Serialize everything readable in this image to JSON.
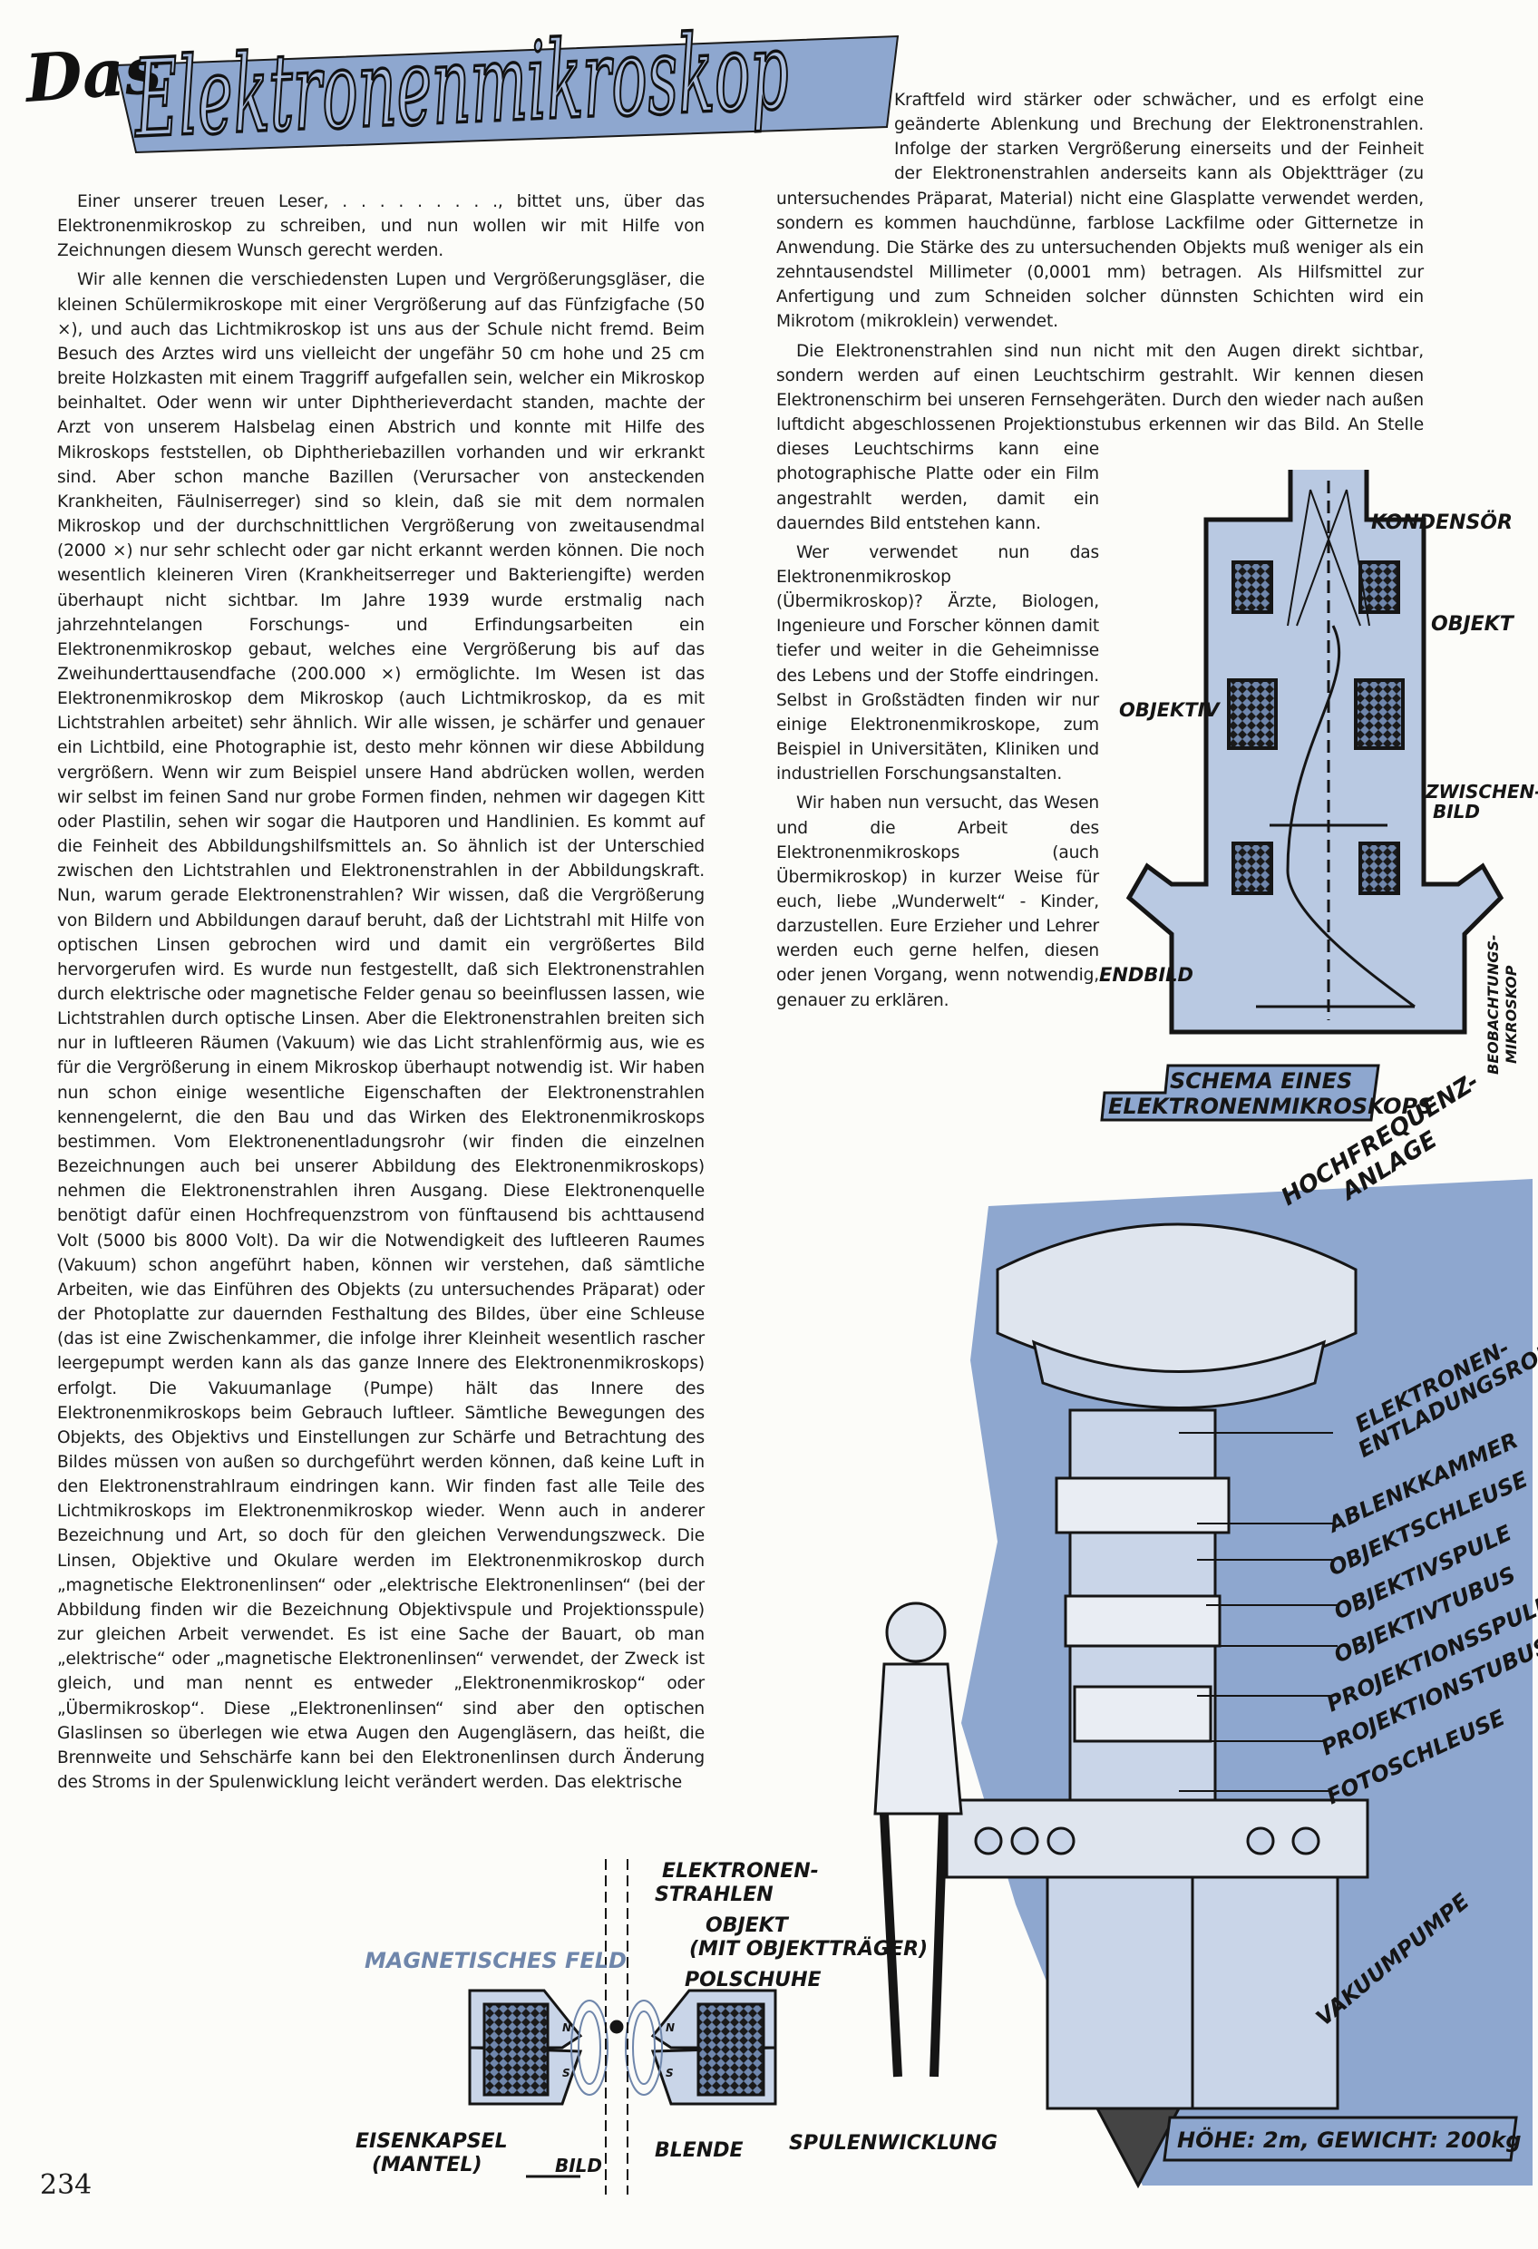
{
  "title": {
    "prefix": "Das",
    "main": "Elektronenmikroskop"
  },
  "colors": {
    "accent_blue": "#8ea7cf",
    "ink": "#151515",
    "paper": "#fcfcf9"
  },
  "left_column": {
    "paragraphs": [
      "Einer unserer treuen Leser, . . . . . . . . ., bittet uns, über das Elektronenmikroskop zu schreiben, und nun wollen wir mit Hilfe von Zeichnungen diesem Wunsch gerecht werden.",
      "Wir alle kennen die verschiedensten Lupen und Vergrößerungsgläser, die kleinen Schülermikroskope mit einer Vergrößerung auf das Fünfzigfache (50 ×), und auch das Lichtmikroskop ist uns aus der Schule nicht fremd. Beim Besuch des Arztes wird uns vielleicht der ungefähr 50 cm hohe und 25 cm breite Holzkasten mit einem Traggriff aufgefallen sein, welcher ein Mikroskop beinhaltet. Oder wenn wir unter Diphtherieverdacht standen, machte der Arzt von unserem Halsbelag einen Abstrich und konnte mit Hilfe des Mikroskops feststellen, ob Diphtheriebazillen vorhanden und wir erkrankt sind. Aber schon manche Bazillen (Verursacher von ansteckenden Krankheiten, Fäulniserreger) sind so klein, daß sie mit dem normalen Mikroskop und der durchschnittlichen Vergrößerung von zweitausendmal (2000 ×) nur sehr schlecht oder gar nicht erkannt werden können. Die noch wesentlich kleineren Viren (Krankheitserreger und Bakteriengifte) werden überhaupt nicht sichtbar. Im Jahre 1939 wurde erstmalig nach jahrzehntelangen Forschungs- und Erfindungsarbeiten ein Elektronenmikroskop gebaut, welches eine Vergrößerung bis auf das Zweihunderttausendfache (200.000 ×) ermöglichte. Im Wesen ist das Elektronenmikroskop dem Mikroskop (auch Lichtmikroskop, da es mit Lichtstrahlen arbeitet) sehr ähnlich. Wir alle wissen, je schärfer und genauer ein Lichtbild, eine Photographie ist, desto mehr können wir diese Abbildung vergrößern. Wenn wir zum Beispiel unsere Hand abdrücken wollen, werden wir selbst im feinen Sand nur grobe Formen finden, nehmen wir dagegen Kitt oder Plastilin, sehen wir sogar die Hautporen und Handlinien. Es kommt auf die Feinheit des Abbildungshilfsmittels an. So ähnlich ist der Unterschied zwischen den Lichtstrahlen und Elektronenstrahlen in der Abbildungskraft. Nun, warum gerade Elektronenstrahlen? Wir wissen, daß die Vergrößerung von Bildern und Abbildungen darauf beruht, daß der Lichtstrahl mit Hilfe von optischen Linsen gebrochen wird und damit ein vergrößertes Bild hervorgerufen wird. Es wurde nun festgestellt, daß sich Elektronenstrahlen durch elektrische oder magnetische Felder genau so beeinflussen lassen, wie Lichtstrahlen durch optische Linsen. Aber die Elektronenstrahlen breiten sich nur in luftleeren Räumen (Vakuum) wie das Licht strahlenförmig aus, wie es für die Vergrößerung in einem Mikroskop überhaupt notwendig ist. Wir haben nun schon einige wesentliche Eigenschaften der Elektronenstrahlen kennengelernt, die den Bau und das Wirken des Elektronenmikroskops bestimmen. Vom Elektronenentladungsrohr (wir finden die einzelnen Bezeichnungen auch bei unserer Abbildung des Elektronenmikroskops) nehmen die Elektronenstrahlen ihren Ausgang. Diese Elektronenquelle benötigt dafür einen Hochfrequenzstrom von fünftausend bis achttausend Volt (5000 bis 8000 Volt). Da wir die Notwendigkeit des luftleeren Raumes (Vakuum) schon angeführt haben, können wir verstehen, daß sämtliche Arbeiten, wie das Einführen des Objekts (zu untersuchendes Präparat) oder der Photoplatte zur dauernden Festhaltung des Bildes, über eine Schleuse (das ist eine Zwischenkammer, die infolge ihrer Kleinheit wesentlich rascher leergepumpt werden kann als das ganze Innere des Elektronenmikroskops) erfolgt. Die Vakuumanlage (Pumpe) hält das Innere des Elektronenmikroskops beim Gebrauch luftleer. Sämtliche Bewegungen des Objekts, des Objektivs und Einstellungen zur Schärfe und Betrachtung des Bildes müssen von außen so durchgeführt werden können, daß keine Luft in den Elektronenstrahlraum eindringen kann. Wir finden fast alle Teile des Lichtmikroskops im Elektronenmikroskop wieder. Wenn auch in anderer Bezeichnung und Art, so doch für den gleichen Verwendungszweck. Die Linsen, Objektive und Okulare werden im Elektronenmikroskop durch „magnetische Elektronenlinsen“ oder „elektrische Elektronenlinsen“ (bei der Abbildung finden wir die Bezeichnung Objektivspule und Projektionsspule) zur gleichen Arbeit verwendet. Es ist eine Sache der Bauart, ob man „elektrische“ oder „magnetische Elektronenlinsen“ verwendet, der Zweck ist gleich, und man nennt es entweder „Elektronenmikroskop“ oder „Übermikroskop“. Diese „Elektronenlinsen“ sind aber den optischen Glaslinsen so überlegen wie etwa Augen den Augengläsern, das heißt, die Brennweite und Sehschärfe kann bei den Elektronenlinsen durch Änderung des Stroms in der Spulenwicklung leicht verändert werden. Das elektrische"
    ]
  },
  "right_column": {
    "paragraphs": [
      "Kraftfeld wird stärker oder schwächer, und es erfolgt eine geänderte Ablenkung und Brechung der Elektronenstrahlen. Infolge der starken Vergrößerung einerseits und der Feinheit der Elektronenstrahlen anderseits kann als Objektträger (zu untersuchendes Präparat, Material) nicht eine Glasplatte verwendet werden, sondern es kommen hauchdünne, farblose Lackfilme oder Gitternetze in Anwendung. Die Stärke des zu untersuchenden Objekts muß weniger als ein zehntausendstel Millimeter (0,0001 mm) betragen. Als Hilfsmittel zur Anfertigung und zum Schneiden solcher dünnsten Schichten wird ein Mikrotom (mikroklein) verwendet.",
      "Die Elektronenstrahlen sind nun nicht mit den Augen direkt sichtbar, sondern werden auf einen Leuchtschirm gestrahlt. Wir kennen diesen Elektronenschirm bei unseren Fernsehgeräten. Durch den wieder nach außen luftdicht abgeschlossenen Projektionstubus erkennen wir das Bild. An Stelle dieses Leuchtschirms kann eine photographische Platte oder ein Film angestrahlt werden, damit ein dauerndes Bild entstehen kann.",
      "Wer verwendet nun das Elektronenmikroskop (Übermikroskop)? Ärzte, Biologen, Ingenieure und Forscher können damit tiefer und weiter in die Geheimnisse des Lebens und der Stoffe eindringen. Selbst in Großstädten finden wir nur einige Elektronenmikroskope, zum Beispiel in Universitäten, Kliniken und industriellen Forschungsanstalten.",
      "Wir haben nun versucht, das Wesen und die Arbeit des Elektronenmikroskops (auch Übermikroskop) in kurzer Weise für euch, liebe „Wunderwelt“ - Kinder, darzustellen. Eure Erzieher und Lehrer werden euch gerne helfen, diesen oder jenen Vorgang, wenn notwendig, genauer zu erklären."
    ]
  },
  "schema": {
    "caption_line1": "SCHEMA EINES",
    "caption_line2": "ELEKTRONENMIKROSKOPS",
    "labels": {
      "kondensor": "KONDENSÖR",
      "objekt": "OBJEKT",
      "objektiv": "OBJEKTIV",
      "zwischenbild_1": "ZWISCHEN-",
      "zwischenbild_2": "BILD",
      "endbild": "ENDBILD",
      "beobachtung_1": "BEOBACHTUNGS-",
      "beobachtung_2": "MIKROSKOP"
    }
  },
  "apparatus": {
    "hochfrequenz_1": "HOCHFREQUENZ-",
    "hochfrequenz_2": "ANLAGE",
    "parts": [
      "ELEKTRONEN-",
      "ENTLADUNGSROHR",
      "ABLENKKAMMER",
      "OBJEKTSCHLEUSE",
      "OBJEKTIVSPULE",
      "OBJEKTIVTUBUS",
      "PROJEKTIONSSPULE",
      "PROJEKTIONSTUBUS",
      "FOTOSCHLEUSE"
    ],
    "vakuumpumpe": "VAKUUMPUMPE",
    "specs": "HÖHE: 2m, GEWICHT: 200kg"
  },
  "lens_diagram": {
    "elektronenstrahlen_1": "ELEKTRONEN-",
    "elektronenstrahlen_2": "STRAHLEN",
    "objekt_1": "OBJEKT",
    "objekt_2": "(MIT OBJEKTTRÄGER)",
    "magnetisches_feld": "MAGNETISCHES FELD",
    "polschuhe": "POLSCHUHE",
    "eisenkapsel_1": "EISENKAPSEL",
    "eisenkapsel_2": "(MANTEL)",
    "blende": "BLENDE",
    "spulenwicklung": "SPULENWICKLUNG",
    "bild": "BILD",
    "pole_n": "N",
    "pole_s": "S"
  },
  "page_number": "234"
}
